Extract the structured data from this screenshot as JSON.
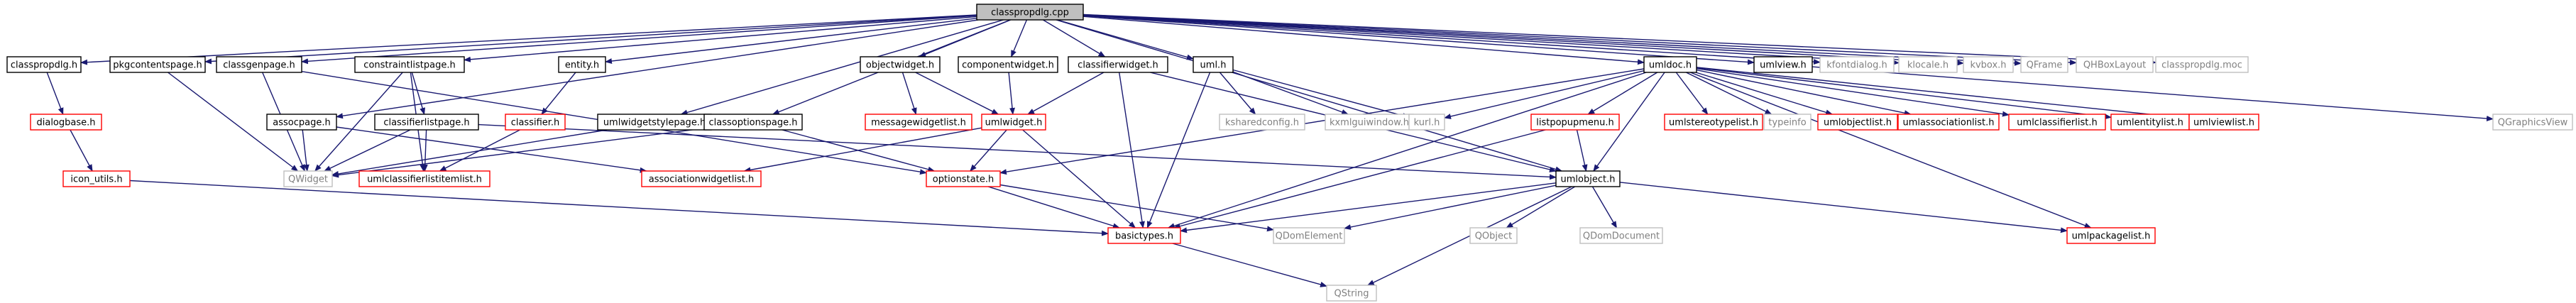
{
  "graph": {
    "root": "classpropdlg.cpp",
    "colors": {
      "root_fill": "#bfbfbf",
      "documented_border": "#000000",
      "undocumented_border": "#ff0000",
      "external_border": "#bfbfbf",
      "external_text": "#808080",
      "edge": "#191970"
    },
    "nodes": [
      {
        "id": "root",
        "label": "classpropdlg.cpp",
        "kind": "root"
      },
      {
        "id": "classpropdlg_h",
        "label": "classpropdlg.h",
        "kind": "doc"
      },
      {
        "id": "pkgcontentspage_h",
        "label": "pkgcontentspage.h",
        "kind": "doc"
      },
      {
        "id": "classgenpage_h",
        "label": "classgenpage.h",
        "kind": "doc"
      },
      {
        "id": "constraintlistpage_h",
        "label": "constraintlistpage.h",
        "kind": "doc"
      },
      {
        "id": "entity_h",
        "label": "entity.h",
        "kind": "doc"
      },
      {
        "id": "objectwidget_h",
        "label": "objectwidget.h",
        "kind": "doc"
      },
      {
        "id": "componentwidget_h",
        "label": "componentwidget.h",
        "kind": "doc"
      },
      {
        "id": "classifierwidget_h",
        "label": "classifierwidget.h",
        "kind": "doc"
      },
      {
        "id": "uml_h",
        "label": "uml.h",
        "kind": "doc"
      },
      {
        "id": "umldoc_h",
        "label": "umldoc.h",
        "kind": "doc"
      },
      {
        "id": "umlview_h",
        "label": "umlview.h",
        "kind": "doc"
      },
      {
        "id": "kfontdialog_h",
        "label": "kfontdialog.h",
        "kind": "ext"
      },
      {
        "id": "klocale_h",
        "label": "klocale.h",
        "kind": "ext"
      },
      {
        "id": "kvbox_h",
        "label": "kvbox.h",
        "kind": "ext"
      },
      {
        "id": "QFrame",
        "label": "QFrame",
        "kind": "ext"
      },
      {
        "id": "QHBoxLayout",
        "label": "QHBoxLayout",
        "kind": "ext"
      },
      {
        "id": "classpropdlg_moc",
        "label": "classpropdlg.moc",
        "kind": "ext"
      },
      {
        "id": "dialogbase_h",
        "label": "dialogbase.h",
        "kind": "undoc"
      },
      {
        "id": "assocpage_h",
        "label": "assocpage.h",
        "kind": "doc"
      },
      {
        "id": "classifierlistpage_h",
        "label": "classifierlistpage.h",
        "kind": "doc"
      },
      {
        "id": "classifier_h",
        "label": "classifier.h",
        "kind": "undoc"
      },
      {
        "id": "umlwidgetstylepage_h",
        "label": "umlwidgetstylepage.h",
        "kind": "doc"
      },
      {
        "id": "classoptionspage_h",
        "label": "classoptionspage.h",
        "kind": "doc"
      },
      {
        "id": "messagewidgetlist_h",
        "label": "messagewidgetlist.h",
        "kind": "undoc"
      },
      {
        "id": "umlwidget_h",
        "label": "umlwidget.h",
        "kind": "undoc"
      },
      {
        "id": "ksharedconfig_h",
        "label": "ksharedconfig.h",
        "kind": "ext"
      },
      {
        "id": "kxmlguiwindow_h",
        "label": "kxmlguiwindow.h",
        "kind": "ext"
      },
      {
        "id": "kurl_h",
        "label": "kurl.h",
        "kind": "ext"
      },
      {
        "id": "listpopupmenu_h",
        "label": "listpopupmenu.h",
        "kind": "undoc"
      },
      {
        "id": "umlstereotypelist_h",
        "label": "umlstereotypelist.h",
        "kind": "undoc"
      },
      {
        "id": "typeinfo",
        "label": "typeinfo",
        "kind": "ext"
      },
      {
        "id": "umlobjectlist_h",
        "label": "umlobjectlist.h",
        "kind": "undoc"
      },
      {
        "id": "umlassociationlist_h",
        "label": "umlassociationlist.h",
        "kind": "undoc"
      },
      {
        "id": "umlclassifierlist_h",
        "label": "umlclassifierlist.h",
        "kind": "undoc"
      },
      {
        "id": "umlentitylist_h",
        "label": "umlentitylist.h",
        "kind": "undoc"
      },
      {
        "id": "umlviewlist_h",
        "label": "umlviewlist.h",
        "kind": "undoc"
      },
      {
        "id": "QGraphicsView",
        "label": "QGraphicsView",
        "kind": "ext"
      },
      {
        "id": "icon_utils_h",
        "label": "icon_utils.h",
        "kind": "undoc"
      },
      {
        "id": "QWidget",
        "label": "QWidget",
        "kind": "ext"
      },
      {
        "id": "umlclassifierlistitemlist_h",
        "label": "umlclassifierlistitemlist.h",
        "kind": "undoc"
      },
      {
        "id": "associationwidgetlist_h",
        "label": "associationwidgetlist.h",
        "kind": "undoc"
      },
      {
        "id": "optionstate_h",
        "label": "optionstate.h",
        "kind": "undoc"
      },
      {
        "id": "umlobject_h",
        "label": "umlobject.h",
        "kind": "doc"
      },
      {
        "id": "basictypes_h",
        "label": "basictypes.h",
        "kind": "undoc"
      },
      {
        "id": "QDomElement",
        "label": "QDomElement",
        "kind": "ext"
      },
      {
        "id": "QObject",
        "label": "QObject",
        "kind": "ext"
      },
      {
        "id": "QDomDocument",
        "label": "QDomDocument",
        "kind": "ext"
      },
      {
        "id": "umlpackagelist_h",
        "label": "umlpackagelist.h",
        "kind": "undoc"
      },
      {
        "id": "QString",
        "label": "QString",
        "kind": "ext"
      }
    ],
    "edges": [
      [
        "root",
        "classpropdlg_h"
      ],
      [
        "root",
        "pkgcontentspage_h"
      ],
      [
        "root",
        "classgenpage_h"
      ],
      [
        "root",
        "constraintlistpage_h"
      ],
      [
        "root",
        "entity_h"
      ],
      [
        "root",
        "objectwidget_h"
      ],
      [
        "root",
        "componentwidget_h"
      ],
      [
        "root",
        "classifierwidget_h"
      ],
      [
        "root",
        "uml_h"
      ],
      [
        "root",
        "umldoc_h"
      ],
      [
        "root",
        "umlview_h"
      ],
      [
        "root",
        "kfontdialog_h"
      ],
      [
        "root",
        "klocale_h"
      ],
      [
        "root",
        "kvbox_h"
      ],
      [
        "root",
        "QFrame"
      ],
      [
        "root",
        "QHBoxLayout"
      ],
      [
        "root",
        "classpropdlg_moc"
      ],
      [
        "root",
        "assocpage_h"
      ],
      [
        "root",
        "umlwidgetstylepage_h"
      ],
      [
        "root",
        "classoptionspage_h"
      ],
      [
        "root",
        "umlobject_h"
      ],
      [
        "classpropdlg_h",
        "dialogbase_h"
      ],
      [
        "dialogbase_h",
        "icon_utils_h"
      ],
      [
        "icon_utils_h",
        "basictypes_h"
      ],
      [
        "pkgcontentspage_h",
        "QWidget"
      ],
      [
        "classgenpage_h",
        "QWidget"
      ],
      [
        "classgenpage_h",
        "optionstate_h"
      ],
      [
        "constraintlistpage_h",
        "classifierlistpage_h"
      ],
      [
        "constraintlistpage_h",
        "QWidget"
      ],
      [
        "constraintlistpage_h",
        "umlclassifierlistitemlist_h"
      ],
      [
        "classifierlistpage_h",
        "QWidget"
      ],
      [
        "classifierlistpage_h",
        "umlclassifierlistitemlist_h"
      ],
      [
        "classifierlistpage_h",
        "umlobject_h"
      ],
      [
        "entity_h",
        "classifier_h"
      ],
      [
        "classifier_h",
        "umlclassifierlistitemlist_h"
      ],
      [
        "assocpage_h",
        "QWidget"
      ],
      [
        "assocpage_h",
        "associationwidgetlist_h"
      ],
      [
        "umlwidgetstylepage_h",
        "QWidget"
      ],
      [
        "classoptionspage_h",
        "QWidget"
      ],
      [
        "classoptionspage_h",
        "optionstate_h"
      ],
      [
        "objectwidget_h",
        "messagewidgetlist_h"
      ],
      [
        "objectwidget_h",
        "umlwidget_h"
      ],
      [
        "componentwidget_h",
        "umlwidget_h"
      ],
      [
        "classifierwidget_h",
        "umlwidget_h"
      ],
      [
        "classifierwidget_h",
        "basictypes_h"
      ],
      [
        "classifierwidget_h",
        "umlobject_h"
      ],
      [
        "umlwidget_h",
        "associationwidgetlist_h"
      ],
      [
        "umlwidget_h",
        "optionstate_h"
      ],
      [
        "umlwidget_h",
        "basictypes_h"
      ],
      [
        "uml_h",
        "ksharedconfig_h"
      ],
      [
        "uml_h",
        "kxmlguiwindow_h"
      ],
      [
        "uml_h",
        "kurl_h"
      ],
      [
        "uml_h",
        "basictypes_h"
      ],
      [
        "umldoc_h",
        "kurl_h"
      ],
      [
        "umldoc_h",
        "listpopupmenu_h"
      ],
      [
        "umldoc_h",
        "umlstereotypelist_h"
      ],
      [
        "umldoc_h",
        "typeinfo"
      ],
      [
        "umldoc_h",
        "umlobjectlist_h"
      ],
      [
        "umldoc_h",
        "umlassociationlist_h"
      ],
      [
        "umldoc_h",
        "umlclassifierlist_h"
      ],
      [
        "umldoc_h",
        "umlentitylist_h"
      ],
      [
        "umldoc_h",
        "umlviewlist_h"
      ],
      [
        "umldoc_h",
        "optionstate_h"
      ],
      [
        "umldoc_h",
        "umlobject_h"
      ],
      [
        "umldoc_h",
        "umlpackagelist_h"
      ],
      [
        "umldoc_h",
        "basictypes_h"
      ],
      [
        "umlview_h",
        "QGraphicsView"
      ],
      [
        "listpopupmenu_h",
        "umlobject_h"
      ],
      [
        "listpopupmenu_h",
        "basictypes_h"
      ],
      [
        "optionstate_h",
        "basictypes_h"
      ],
      [
        "optionstate_h",
        "QDomElement"
      ],
      [
        "umlobject_h",
        "basictypes_h"
      ],
      [
        "umlobject_h",
        "QDomElement"
      ],
      [
        "umlobject_h",
        "QObject"
      ],
      [
        "umlobject_h",
        "QDomDocument"
      ],
      [
        "umlobject_h",
        "umlpackagelist_h"
      ],
      [
        "umlobject_h",
        "QString"
      ],
      [
        "basictypes_h",
        "QString"
      ]
    ]
  }
}
